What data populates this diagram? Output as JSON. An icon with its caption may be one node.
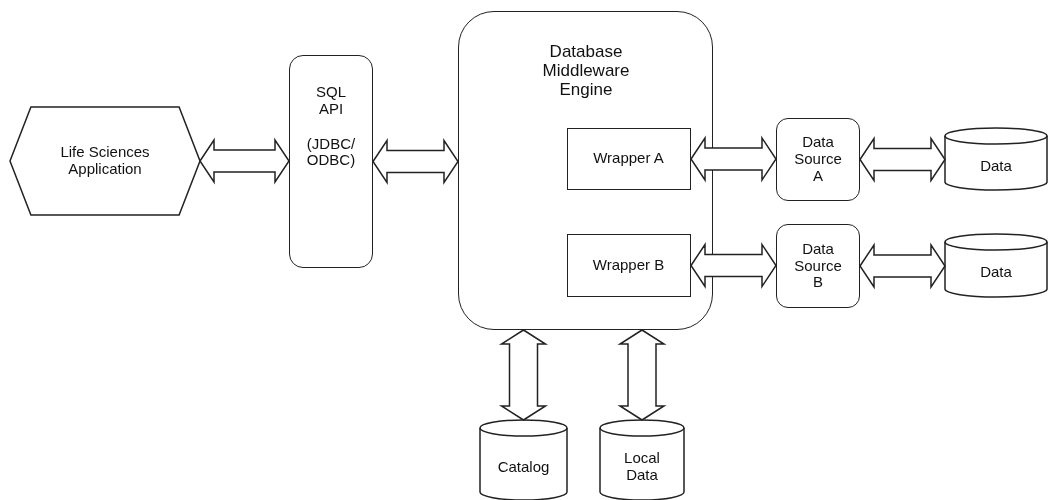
{
  "diagram": {
    "nodes": [
      {
        "text": [
          "Life Sciences Application"
        ]
      },
      {
        "text": [
          "SQL API",
          "(JDBC/ ODBC)"
        ]
      },
      {
        "text": [
          "Database Middleware Engine"
        ]
      },
      {
        "text": [
          "Wrapper A"
        ],
        "in": 2
      },
      {
        "text": [
          "Wrapper B"
        ],
        "in": 2
      },
      {
        "text": [
          "Data Source A"
        ]
      },
      {
        "text": [
          "Data Source B"
        ]
      },
      {
        "text": [
          "Data"
        ]
      },
      {
        "text": [
          "Data"
        ]
      },
      {
        "text": [
          "Catalog"
        ]
      },
      {
        "text": [
          "Local Data"
        ]
      }
    ],
    "edges": [
      {
        "from": 0,
        "to": 1,
        "arrow": "both"
      },
      {
        "from": 1,
        "to": 2,
        "arrow": "both"
      },
      {
        "from": 3,
        "to": 5,
        "arrow": "both"
      },
      {
        "from": 4,
        "to": 6,
        "arrow": "both"
      },
      {
        "from": 5,
        "to": 7,
        "arrow": "both"
      },
      {
        "from": 6,
        "to": 8,
        "arrow": "both"
      },
      {
        "from": 2,
        "to": 9,
        "arrow": "both"
      },
      {
        "from": 2,
        "to": 10,
        "arrow": "both"
      }
    ]
  }
}
